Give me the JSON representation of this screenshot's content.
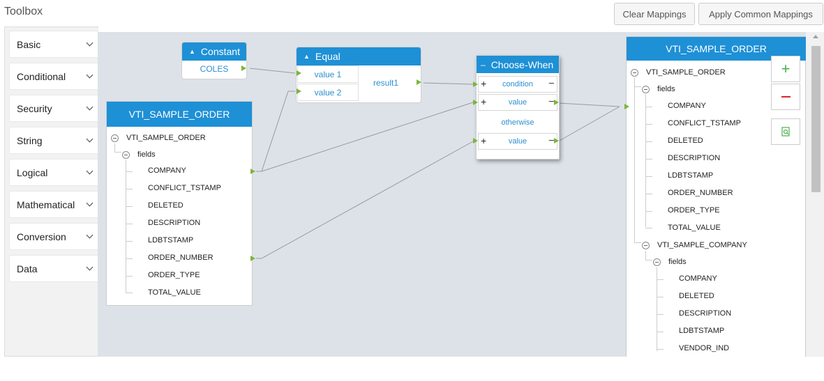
{
  "toolbox": {
    "title": "Toolbox",
    "categories": [
      {
        "label": "Basic"
      },
      {
        "label": "Conditional"
      },
      {
        "label": "Security"
      },
      {
        "label": "String"
      },
      {
        "label": "Logical"
      },
      {
        "label": "Mathematical"
      },
      {
        "label": "Conversion"
      },
      {
        "label": "Data"
      }
    ]
  },
  "actions": {
    "clear_label": "Clear Mappings",
    "apply_label": "Apply Common Mappings"
  },
  "source": {
    "header": "VTI_SAMPLE_ORDER",
    "root": "VTI_SAMPLE_ORDER",
    "group": "fields",
    "fields": [
      "COMPANY",
      "CONFLICT_TSTAMP",
      "DELETED",
      "DESCRIPTION",
      "LDBTSTAMP",
      "ORDER_NUMBER",
      "ORDER_TYPE",
      "TOTAL_VALUE"
    ]
  },
  "constant_node": {
    "title": "Constant",
    "value": "COLES"
  },
  "equal_node": {
    "title": "Equal",
    "input1": "value 1",
    "input2": "value 2",
    "output": "result1"
  },
  "choose_node": {
    "title": "Choose-When",
    "condition": "condition",
    "value1": "value",
    "otherwise": "otherwise",
    "value2": "value"
  },
  "target": {
    "header": "VTI_SAMPLE_ORDER",
    "root": "VTI_SAMPLE_ORDER",
    "group": "fields",
    "fields": [
      "COMPANY",
      "CONFLICT_TSTAMP",
      "DELETED",
      "DESCRIPTION",
      "LDBTSTAMP",
      "ORDER_NUMBER",
      "ORDER_TYPE",
      "TOTAL_VALUE"
    ],
    "root2": "VTI_SAMPLE_COMPANY",
    "group2": "fields",
    "fields2": [
      "COMPANY",
      "DELETED",
      "DESCRIPTION",
      "LDBTSTAMP",
      "VENDOR_IND"
    ]
  },
  "colors": {
    "accent": "#1e90d6",
    "port": "#7ab63a",
    "canvas": "#dde2e8",
    "add": "#4caf50",
    "remove": "#d9262b"
  },
  "icons": {
    "add": "plus-icon",
    "remove": "minus-icon",
    "preview": "preview-icon"
  }
}
